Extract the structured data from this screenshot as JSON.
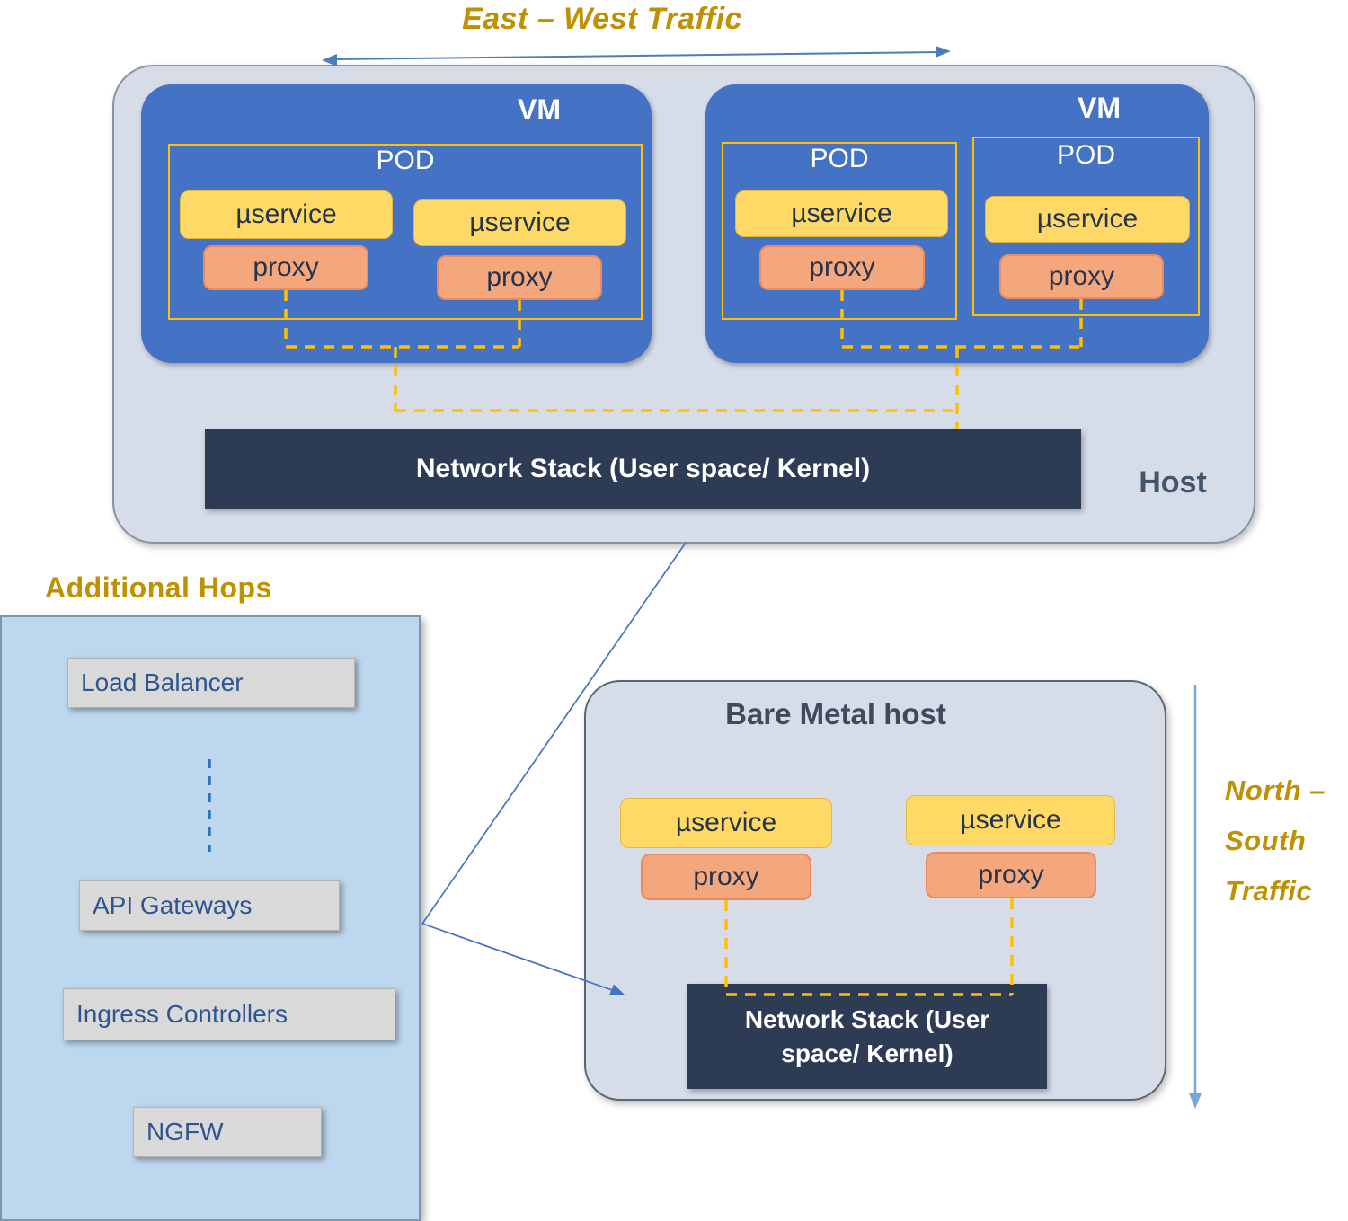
{
  "titles": {
    "east_west": "East – West Traffic",
    "north_south": [
      "North –",
      "South",
      "Traffic"
    ]
  },
  "host": {
    "label": "Host",
    "network_stack": "Network Stack (User space/ Kernel)",
    "vms": [
      {
        "label": "VM",
        "pods": [
          {
            "label": "POD",
            "services": [
              {
                "service": "µservice",
                "proxy": "proxy"
              },
              {
                "service": "µservice",
                "proxy": "proxy"
              }
            ]
          }
        ]
      },
      {
        "label": "VM",
        "pods": [
          {
            "label": "POD",
            "services": [
              {
                "service": "µservice",
                "proxy": "proxy"
              }
            ]
          },
          {
            "label": "POD",
            "services": [
              {
                "service": "µservice",
                "proxy": "proxy"
              }
            ]
          }
        ]
      }
    ]
  },
  "additional_hops": {
    "title": "Additional Hops",
    "items": [
      "Load Balancer",
      "API Gateways",
      "Ingress Controllers",
      "NGFW"
    ]
  },
  "bare_metal": {
    "title": "Bare Metal host",
    "network_stack": "Network Stack (User space/ Kernel)",
    "services": [
      {
        "service": "µservice",
        "proxy": "proxy"
      },
      {
        "service": "µservice",
        "proxy": "proxy"
      }
    ]
  },
  "colors": {
    "vm_blue": "#4472c4",
    "pod_border_gold": "#ffc000",
    "service_yellow": "#ffd966",
    "proxy_orange": "#f4a67c",
    "network_stack_navy": "#2e3b55",
    "host_fill": "#d6dce8",
    "hops_fill": "#bdd7ee",
    "gold_text": "#bf9000",
    "connector_blue": "#4472c4"
  }
}
